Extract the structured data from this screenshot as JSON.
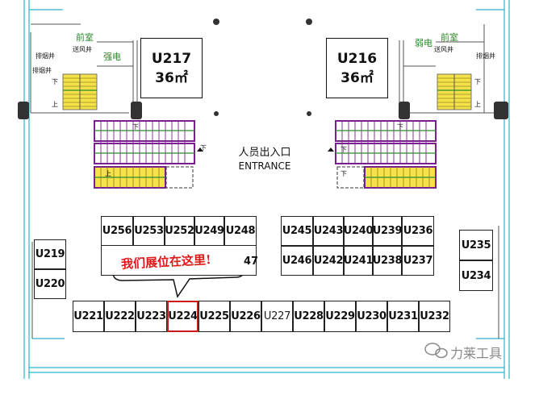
{
  "floor_plan": {
    "entrance": {
      "cn": "人员出入口",
      "en": "ENTRANCE"
    },
    "big_units": [
      {
        "id": "U217",
        "area": "36㎡"
      },
      {
        "id": "U216",
        "area": "36㎡"
      }
    ],
    "rooms": {
      "left": {
        "front": "前室",
        "power": "强电",
        "smoke": "排烟井",
        "air": "送风井",
        "smoke2": "排烟井"
      },
      "right": {
        "front": "前室",
        "power": "弱电",
        "smoke": "排烟井",
        "air": "送风井"
      }
    },
    "stair_marks": {
      "down": "下",
      "up": "上"
    },
    "booth_group_left_top": [
      "U256",
      "U253",
      "U252",
      "U249",
      "U248"
    ],
    "booth_group_left_mid_partial": "47",
    "booth_group_right_top": [
      "U245",
      "U243",
      "U240",
      "U239",
      "U236"
    ],
    "booth_group_right_mid": [
      "U246",
      "U242",
      "U241",
      "U238",
      "U237"
    ],
    "booth_left_column": [
      "U219",
      "U220"
    ],
    "booth_right_column": [
      "U235",
      "U234"
    ],
    "booth_bottom_row": [
      "U221",
      "U222",
      "U223",
      "U224",
      "U225",
      "U226",
      "U227",
      "U228",
      "U229",
      "U230",
      "U231",
      "U232"
    ],
    "highlight_booth": "U224",
    "callout": "我们展位在这里!",
    "watermark": "力莱工具"
  },
  "colors": {
    "booth_highlight": "#cc1a1a",
    "callout_text": "#e01818",
    "stair_purple": "#7a1f8f",
    "stair_yellow": "#f5e24a",
    "wall_cyan": "#2bb3c9"
  }
}
